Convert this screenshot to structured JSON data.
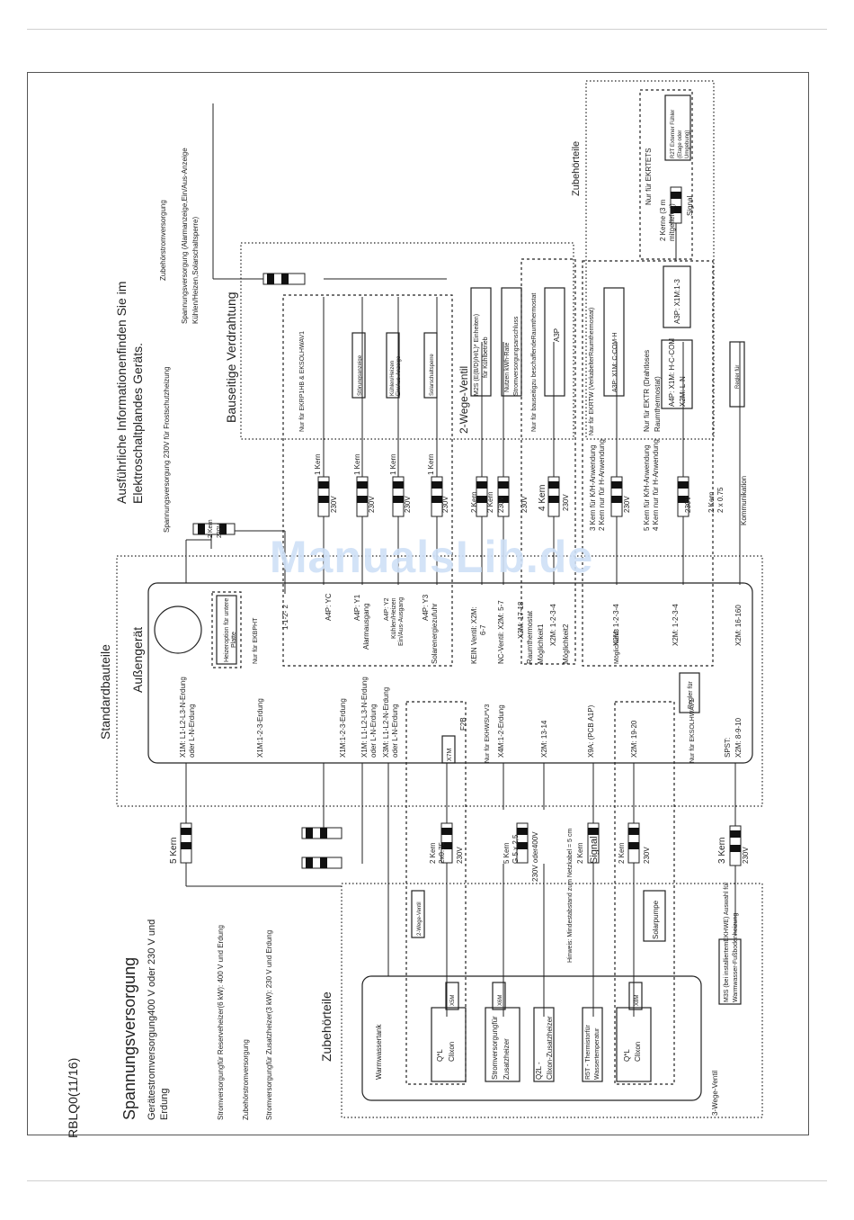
{
  "doc_code": "RBLQ0(11/16)",
  "watermark": "ManualsLib.de",
  "left": {
    "title": "Spannungsversorgung",
    "subtitle1": "Gerätestromversorgung400 V oder 230 V und",
    "subtitle2": "Erdung",
    "supply1": "Stromversorgungfür Reserveheizer(6 kW): 400 V und Erdung",
    "supply2": "Zubehörstromversorgung",
    "supply3": "Stromversorgungfür Zusatzheizer(3 kW): 230 V und Erdung",
    "cable_5kern": "5 Kern"
  },
  "zubehor_bottom": {
    "title": "Zubehörteile",
    "tank": "Warmwassertank",
    "qxl_clixon_1": "Q*L",
    "qxl_clixon_1b": "Clixon",
    "x5m": "X5M",
    "zweiwege": "2-Wege-Ventil",
    "strom_zusatz1": "Stromversorgungfür",
    "strom_zusatz2": "Zusatzheizer",
    "x6m": "X6M",
    "q2l1": "Q2L -",
    "q2l2": "Clixon-Zusatzheizer",
    "r5t1": "R5T - Thermistorfür",
    "r5t2": "Wassertemperatur",
    "qxl2": "Q*L",
    "qxl2b": "Clixon",
    "x8m": "X8M",
    "solarpumpe": "Solarpumpe",
    "m3s1": "M3S (bei installiertemEKHWE) Auswahl für",
    "m3s2": "Warmwasser-Fußbodenheizung",
    "dreiwege": "3-Wege-Ventil",
    "hinweis": "Hinweis: Mindestabstand zum Netzkabel = 5 cm"
  },
  "cables_mid": {
    "c1_a": "2 Kern",
    "c1_b": "2x0.75",
    "c1_c": "230V",
    "c2_a": "5 Kern",
    "c2_b": "G 5 x 2,5",
    "c2_c": "230V oder400V",
    "c3_a": "2 Kern",
    "c3_b": "Signal",
    "c4_a": "2 Kern",
    "c4_b": "230V",
    "c5_a": "3 Kern",
    "c5_b": "230V"
  },
  "standard": {
    "title": "Standardbauteile",
    "unit": "Außengerät",
    "x1m_a": "X1M: L1-L2-L3-N-Erdung",
    "x1m_a2": "oder L-N-Erdung",
    "x1m_b": "X1M:1-2-3-Erdung",
    "x1m_c": "X1M:1-2-3-Erdung",
    "x1m_d": "X1M: L1-L2-L3-N-Erdung",
    "x1m_d2": "oder L-N-Erdung",
    "x3m": "X3M: L1-L2-N-Erdung",
    "x3m2": "oder L-N-Erdung",
    "heizer1": "Heizeroption für untere",
    "heizer2": "Platte",
    "nur_ekbpht": "Nur für EKBPHT",
    "term_112": "1-1-2- 2",
    "a4p_yc": "A4P: YC",
    "a4p_y1": "A4P: Y1",
    "a4p_y1b": "Alarmausgang",
    "a4p_y2": "A4P: Y2",
    "a4p_y2b": "Kühlen/Heizen",
    "a4p_y2c": "Ein/Aus-Ausgang",
    "a4p_y3": "A4P: Y3",
    "a4p_y3b": "Solarenergiezufuhr",
    "kein_ventil": "KEIN Ventil: X2M:",
    "kein_ventil2": "6-7",
    "nc_ventil": "NC-Ventil: X2M: 5-7",
    "x2m_1718": "X2M: 17-18",
    "raumthermostat": "Raumthermostat",
    "moeg1": "Möglichkeit1",
    "x2m_1234_a": "X2M: 1-2-3-4",
    "moeg2": "Möglichkeit2",
    "x2m_1234_b": "X2M: 1-2-3-4",
    "moeg3": "Möglichkeit3",
    "x2m_1234_c": "X2M: 1-2-3-4",
    "x2m_16160": "X2M: 16-160",
    "x7m": "X7M",
    "f2b": "F2B",
    "nur_ekhwsu": "Nur für EKHWSU*V3",
    "x4m": "X4M:1-2-Erdung",
    "x2m_1314": "X2M: 13-14",
    "x9a": "X9A: (PCB A1P)",
    "x2m_1920": "X2M: 19-20",
    "nur_eksol": "Nur für EKSOLHWAV1",
    "spst": "SPST:",
    "x2m_8910": "X2M: 8-9-10",
    "regler": "Regler für"
  },
  "top_cable": {
    "a": "2 Kern",
    "b": "230V"
  },
  "header_right": {
    "line1": "Ausführliche Informationenfinden Sie im",
    "line2": "Elektroschaltplandes Geräts.",
    "spann": "Spannungsversorgung 230V für Frostschutzheizung",
    "zub_strom": "Zubehörstromversorgung",
    "spann2a": "Spannungsversorgung (Alarmanzeige,Ein/Aus-Anzeige",
    "spann2b": "Kühlen/Heizen,Solarschaltsperre)"
  },
  "bauseitige": {
    "title": "Bauseitige  Verdrahtung",
    "nur_ekrp": "Nur für EKRP1HB & EKSOLHWAV1",
    "stoerung": "Störungsanzeige",
    "kuehlen1": "Kühlen/Heizen",
    "kuehlen2": "Ein/Aus-Anzeige",
    "solar": "Solarschaltsperre",
    "k1_a": "1 Kern",
    "k1_b": "230V",
    "k2_a": "1 Kern",
    "k2_b": "230V",
    "k3_a": "1 Kern",
    "k3_b": "230V",
    "k4_a": "1 Kern",
    "k4_b": "230V",
    "zweiwege": "2-Wege-Ventil",
    "m2s1": "M2S (E(B/D)/H/L)* Einheiten)",
    "m2s2": "für Kühlbetrieb",
    "nutzen1": "Nutzen kWh-Rate",
    "nutzen2": "Stromversorgungsanschluss",
    "k5_a": "2 Kern",
    "k5_b": "230V",
    "k6_a": "2 Kern",
    "k6_b": "230V",
    "k7_a": "2 Kern",
    "k7_b": "230V",
    "nur_bauseitig": "Nur für bauseitigzu beschaffendeRaumthermostat",
    "a3p": "A3P",
    "k8_a": "4 Kern",
    "k8_b": "230V",
    "nur_ekrtw": "Nur für EKRTW (VerkabelterRaumthermostat)",
    "a3p_x1m": "A3P: X1M: C-COM-H",
    "k9_a": "3 Kern für K/H-Anwendung",
    "k9_b": "2 Kern nur für H-Anwendung",
    "k9_c": "230V",
    "nur_ekrtr1": "Nur für EKTR  (Drahtloses",
    "nur_ekrtr2": "Raumthermostat)",
    "a4p_x1m": "A4P: X1M: H-C-COM",
    "x2m_ln": "X2M: L-N",
    "a3p_x1m13": "A3P: X1M:1-3",
    "k10_a": "5 Kern für K/H-Anwendung",
    "k10_b": "4 Kern nur für H-Anwendung",
    "k10_c": "230V",
    "k11_a": "2 Kern",
    "k11_b": "2 x 0.75",
    "k11_c": "Kommunikation",
    "regler": "Regler für"
  },
  "zubehor_top": {
    "title": "Zubehörteile",
    "nur_ekrtets": "Nur für EKRTETS",
    "kerne1": "2 Kerne (3 m",
    "kerne2": "mitgeliefert)",
    "signal": "Signal",
    "r2t1": "R2T Externer Fühler",
    "r2t2": "(Etage oder",
    "r2t3": "Umgebung)"
  }
}
